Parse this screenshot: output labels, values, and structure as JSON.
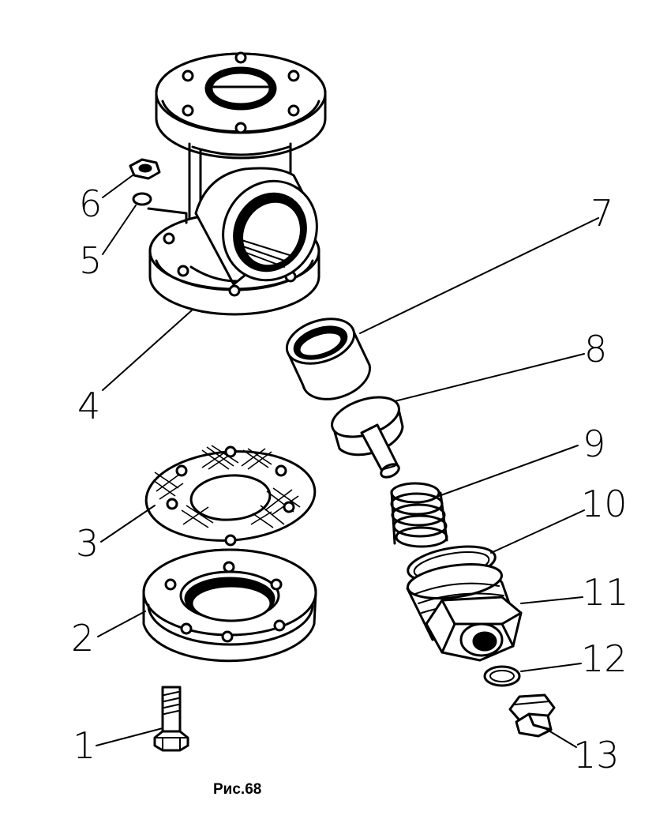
{
  "caption": "Рис.68",
  "callouts": {
    "c1": "1",
    "c2": "2",
    "c3": "3",
    "c4": "4",
    "c5": "5",
    "c6": "6",
    "c7": "7",
    "c8": "8",
    "c9": "9",
    "c10": "10",
    "c11": "11",
    "c12": "12",
    "c13": "13"
  }
}
